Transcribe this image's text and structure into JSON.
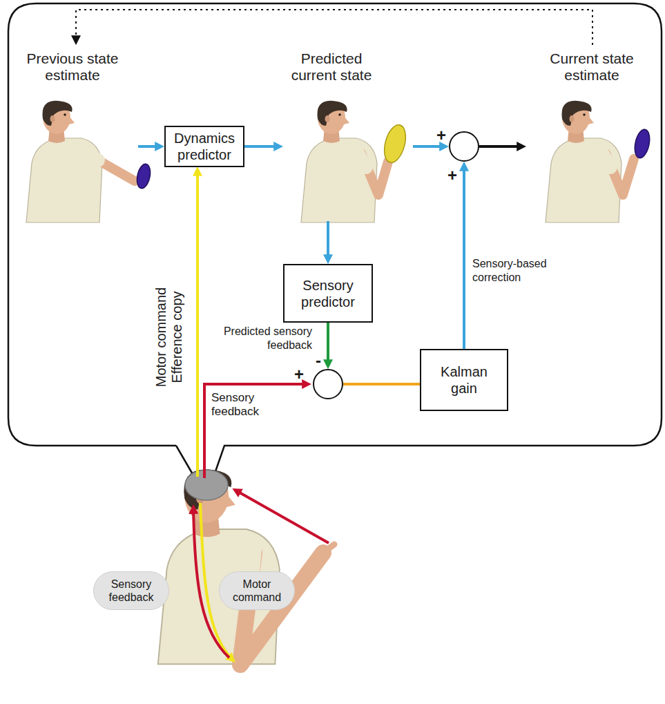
{
  "diagram": {
    "nodes": [
      {
        "text": [
          "Previous state estimate"
        ]
      },
      {
        "text": [
          "Dynamics predictor"
        ]
      },
      {
        "text": [
          "Predicted current state"
        ]
      },
      {
        "text": [
          "+",
          "+"
        ]
      },
      {
        "text": [
          "Current state estimate"
        ]
      },
      {
        "text": [
          "Sensory predictor"
        ]
      },
      {
        "text": [
          "+",
          "-"
        ]
      },
      {
        "text": [
          "Kalman gain"
        ]
      },
      {
        "text": [
          "Sensory feedback"
        ]
      },
      {
        "text": [
          "Motor command"
        ]
      }
    ],
    "edges": [
      {
        "from": 0,
        "to": 1,
        "arrow": "to"
      },
      {
        "from": 1,
        "to": 2,
        "arrow": "to"
      },
      {
        "from": 2,
        "to": 3,
        "arrow": "to"
      },
      {
        "from": 3,
        "to": 4,
        "arrow": "to"
      },
      {
        "from": 2,
        "to": 5,
        "arrow": "to"
      },
      {
        "from": 5,
        "to": 6,
        "label": "Predicted sensory feedback",
        "arrow": "to"
      },
      {
        "from": 6,
        "to": 7,
        "arrow": "none"
      },
      {
        "from": 7,
        "to": 3,
        "label": "Sensory-based correction",
        "arrow": "to"
      },
      {
        "from": 4,
        "to": 0,
        "arrow": "to"
      }
    ],
    "labels": [
      "Motor command Efference copy",
      "Sensory feedback"
    ]
  }
}
